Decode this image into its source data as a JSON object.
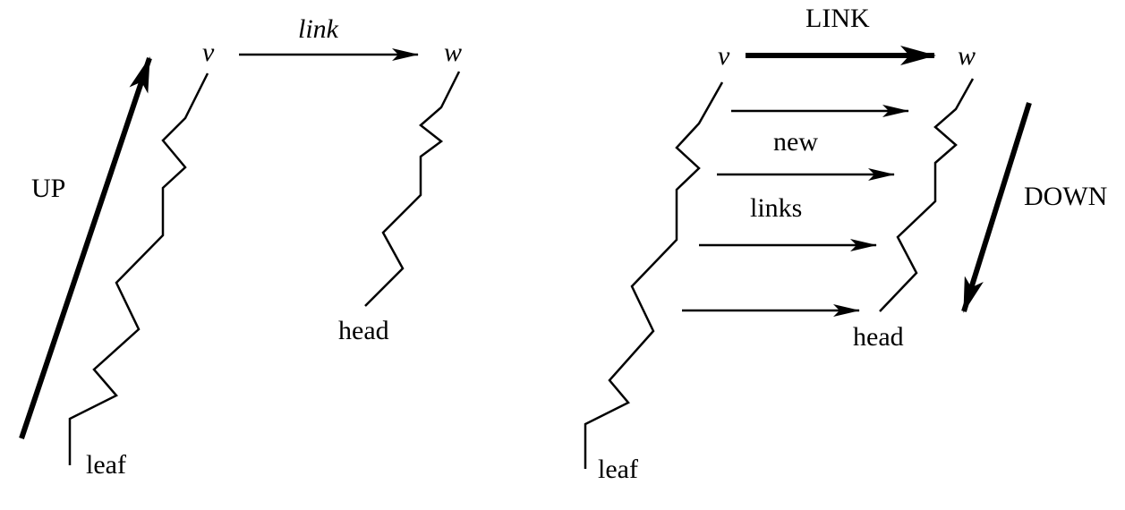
{
  "left_panel": {
    "node_v": "v",
    "node_w": "w",
    "edge_label": "link",
    "up_label": "UP",
    "head_label": "head",
    "leaf_label": "leaf"
  },
  "right_panel": {
    "node_v": "v",
    "node_w": "w",
    "edge_label": "LINK",
    "new_label": "new",
    "links_label": "links",
    "down_label": "DOWN",
    "head_label": "head",
    "leaf_label": "leaf"
  },
  "colors": {
    "ink": "#000000",
    "background": "#ffffff"
  }
}
